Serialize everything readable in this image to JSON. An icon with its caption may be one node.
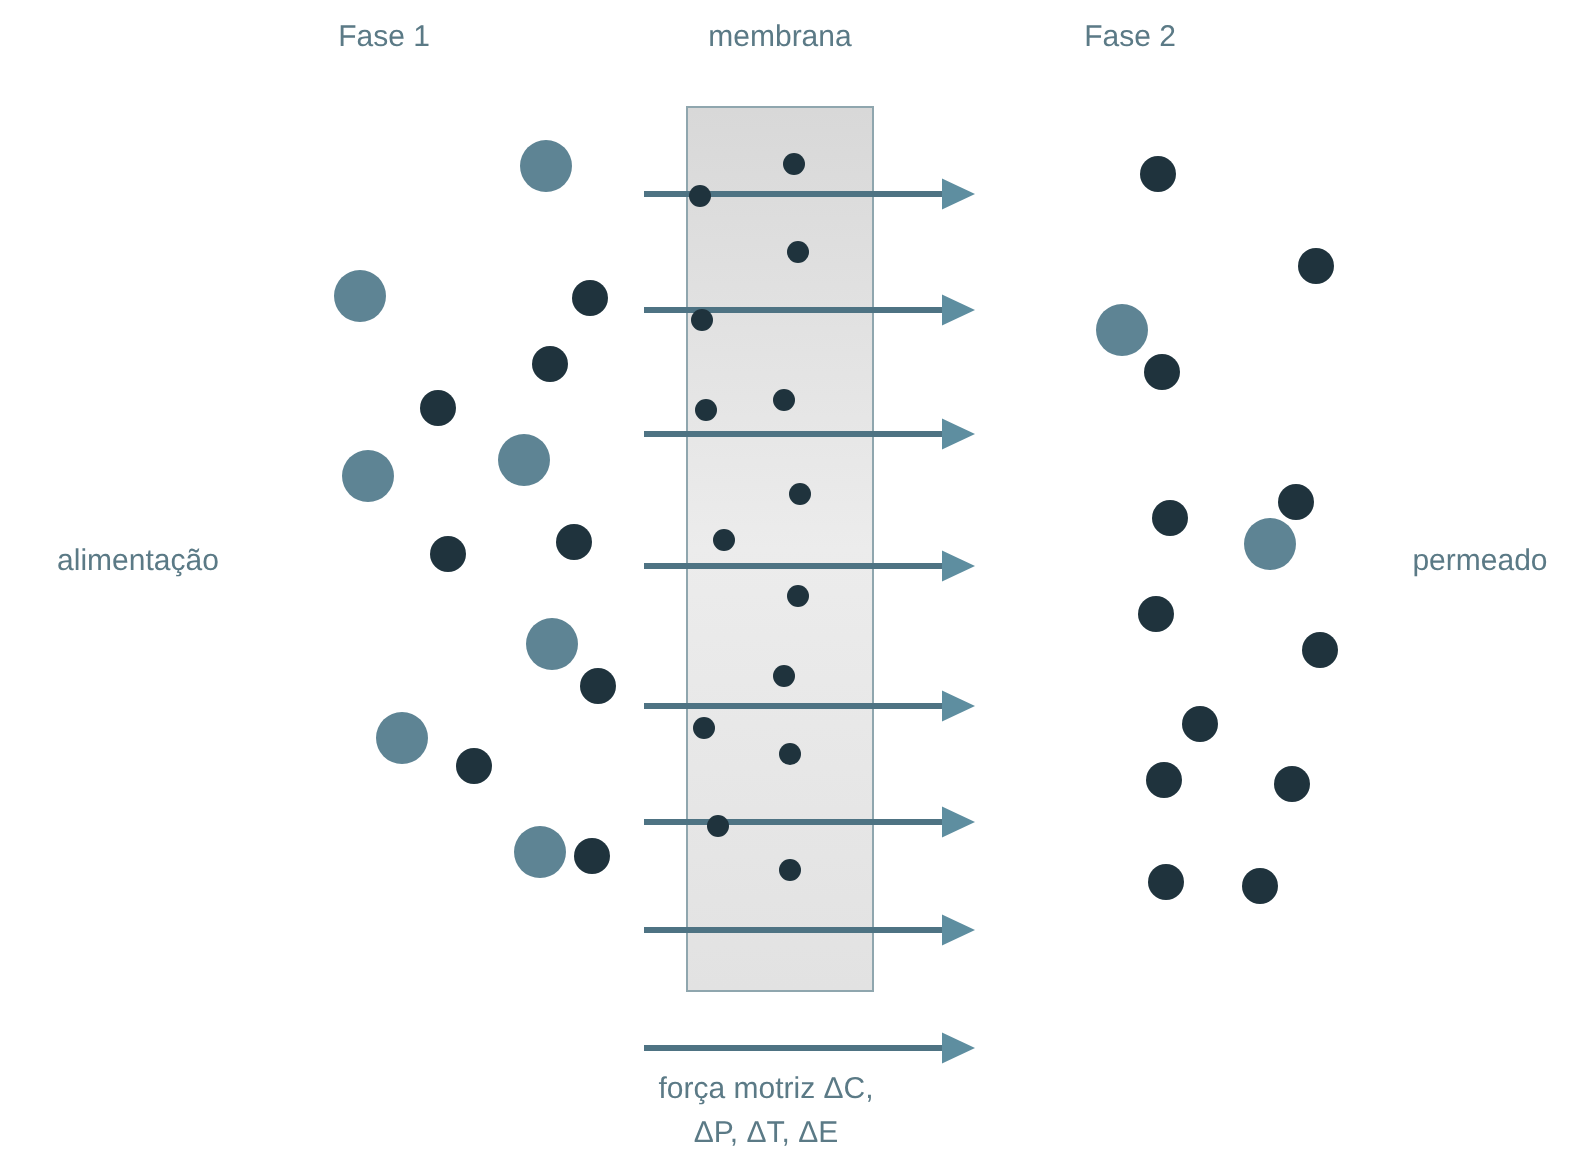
{
  "diagram": {
    "nodes": [
      {
        "text": [
          "membrana"
        ]
      }
    ],
    "labels": [
      "Fase 1",
      "Fase 2",
      "alimentação",
      "permeado",
      "força motriz ΔC, ΔP, ΔT, ΔE"
    ]
  }
}
